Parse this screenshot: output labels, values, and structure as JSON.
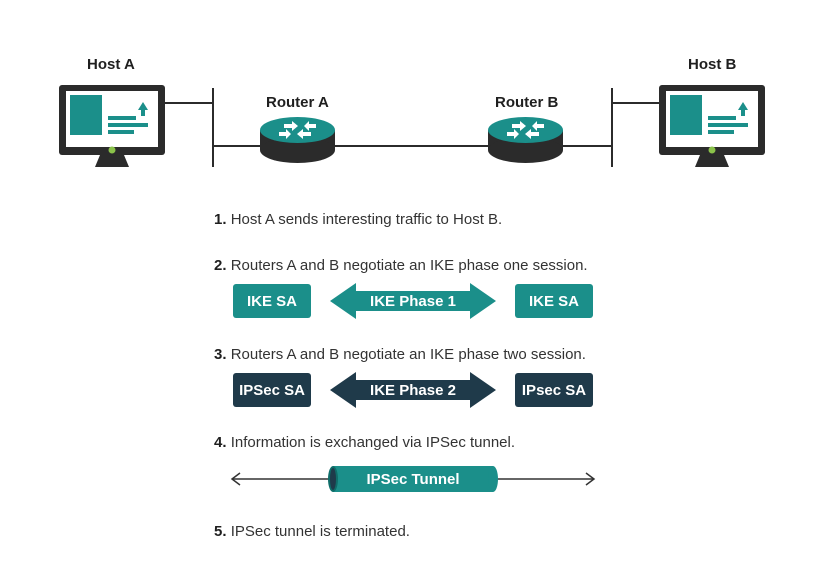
{
  "hosts": {
    "a_label": "Host A",
    "b_label": "Host B"
  },
  "routers": {
    "a_label": "Router A",
    "b_label": "Router B"
  },
  "steps": [
    {
      "num": "1.",
      "text": "Host A sends interesting traffic to Host B."
    },
    {
      "num": "2.",
      "text": "Routers A and B negotiate an IKE phase one session."
    },
    {
      "num": "3.",
      "text": "Routers A and B negotiate an IKE phase two session."
    },
    {
      "num": "4.",
      "text": "Information is exchanged via IPSec tunnel."
    },
    {
      "num": "5.",
      "text": "IPSec tunnel is terminated."
    }
  ],
  "phase1": {
    "left": "IKE SA",
    "arrow": "IKE Phase 1",
    "right": "IKE SA"
  },
  "phase2": {
    "left": "IPSec SA",
    "arrow": "IKE Phase 2",
    "right": "IPsec SA"
  },
  "tunnel": {
    "label": "IPSec Tunnel"
  },
  "colors": {
    "teal": "#1b8f8a",
    "navy": "#1f3a4a",
    "dark": "#2b2b2b",
    "green_led": "#8bc34a"
  }
}
